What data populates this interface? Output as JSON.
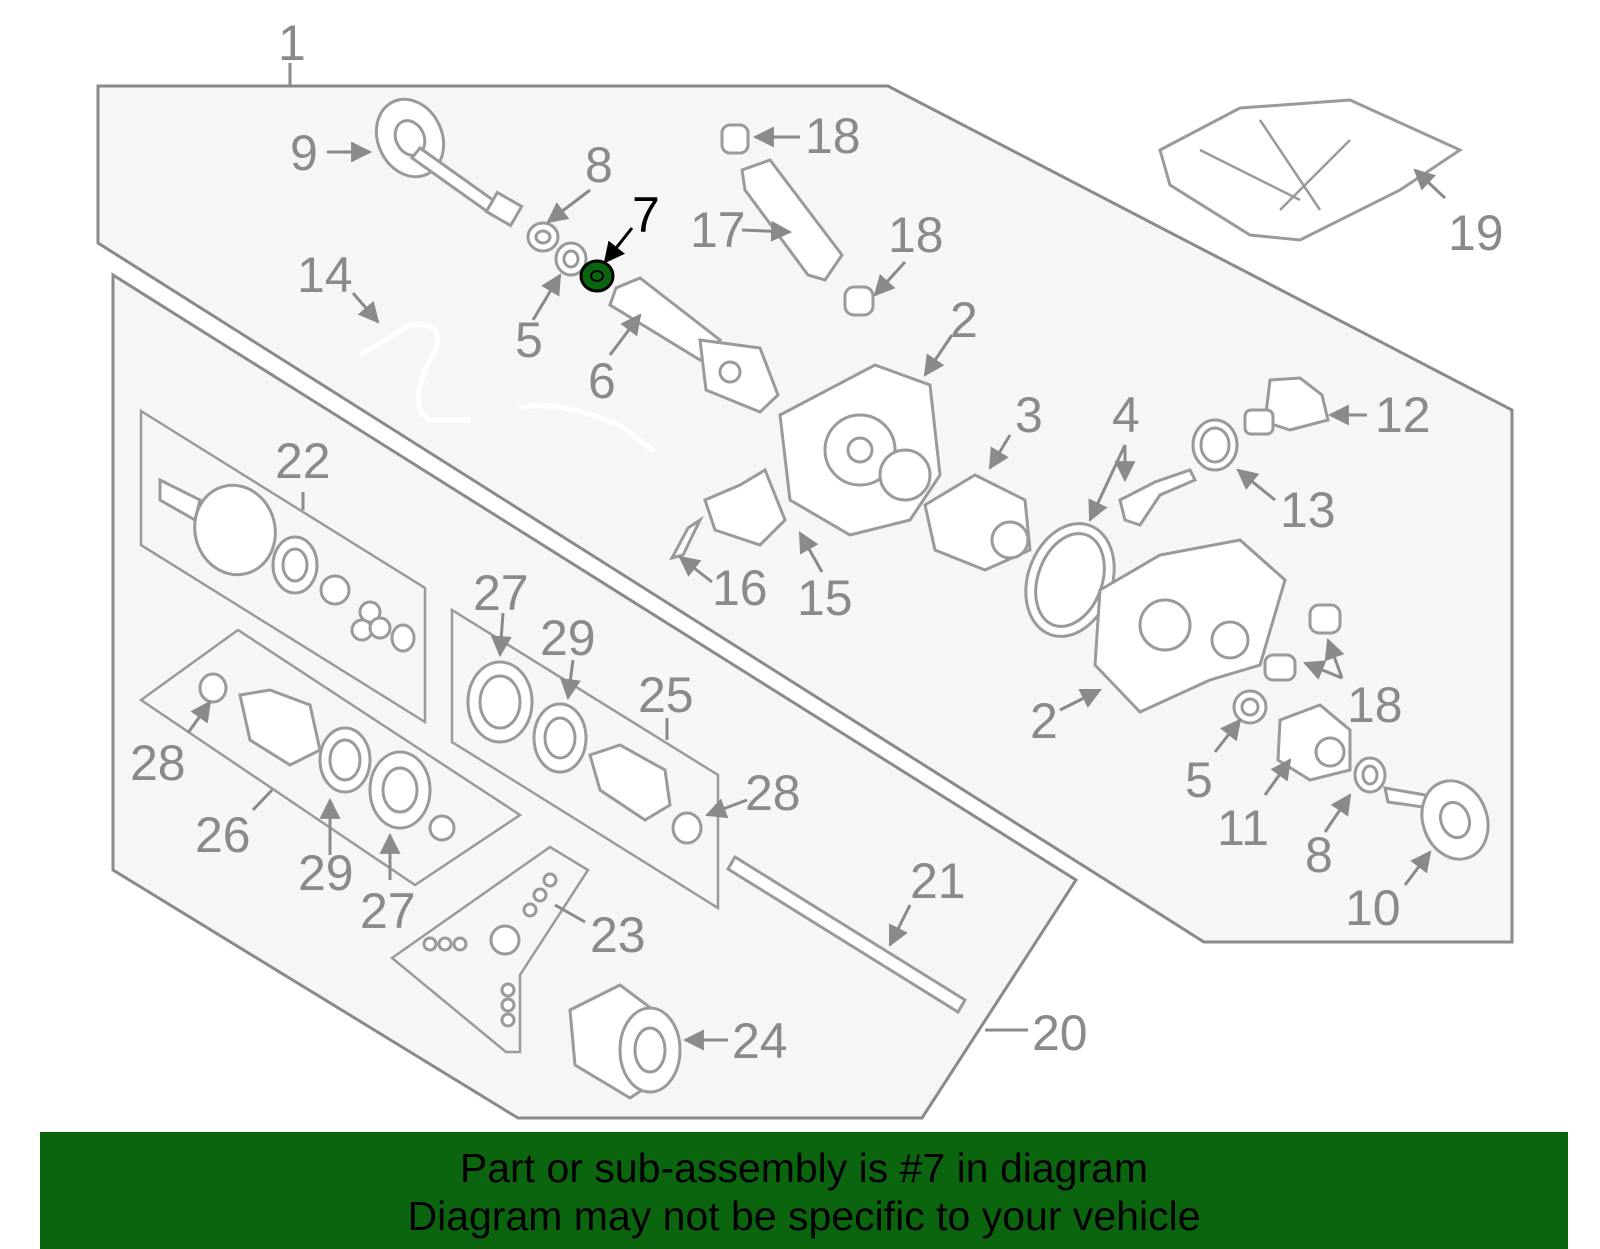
{
  "diagram": {
    "highlight_color": "#0b650e",
    "highlighted_part": "7",
    "callouts": [
      "1",
      "2",
      "2",
      "3",
      "4",
      "5",
      "5",
      "6",
      "7",
      "8",
      "8",
      "9",
      "10",
      "11",
      "12",
      "13",
      "14",
      "15",
      "16",
      "17",
      "18",
      "18",
      "18",
      "19",
      "20",
      "21",
      "22",
      "23",
      "24",
      "25",
      "26",
      "27",
      "27",
      "28",
      "28",
      "29",
      "29"
    ]
  },
  "banner": {
    "line1": "Part or sub-assembly is #7 in diagram",
    "line2": "Diagram may not be specific to your vehicle",
    "color": "#0b650e"
  }
}
